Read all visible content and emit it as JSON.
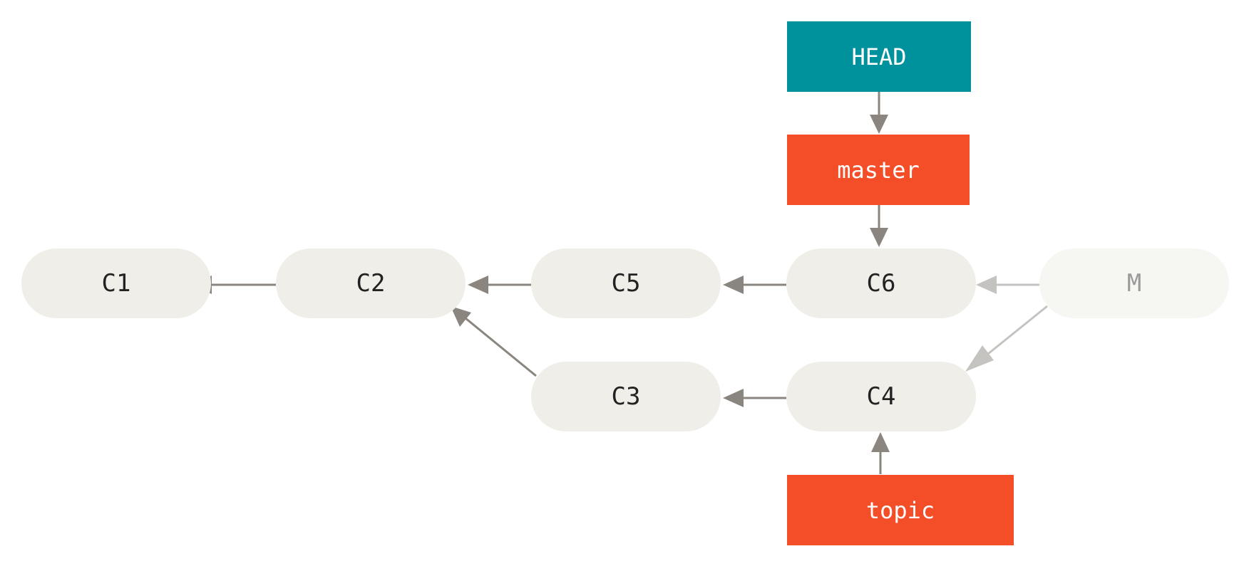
{
  "colors": {
    "head": "#00929c",
    "branch": "#f44e29",
    "commit_fill": "#efeee8",
    "merge_fill": "#f6f6f3",
    "arrow": "#8a857e",
    "arrow_faded": "#c4c3c0"
  },
  "commits": {
    "c1": "C1",
    "c2": "C2",
    "c3": "C3",
    "c4": "C4",
    "c5": "C5",
    "c6": "C6",
    "merge": "M"
  },
  "refs": {
    "head": "HEAD",
    "master": "master",
    "topic": "topic"
  }
}
